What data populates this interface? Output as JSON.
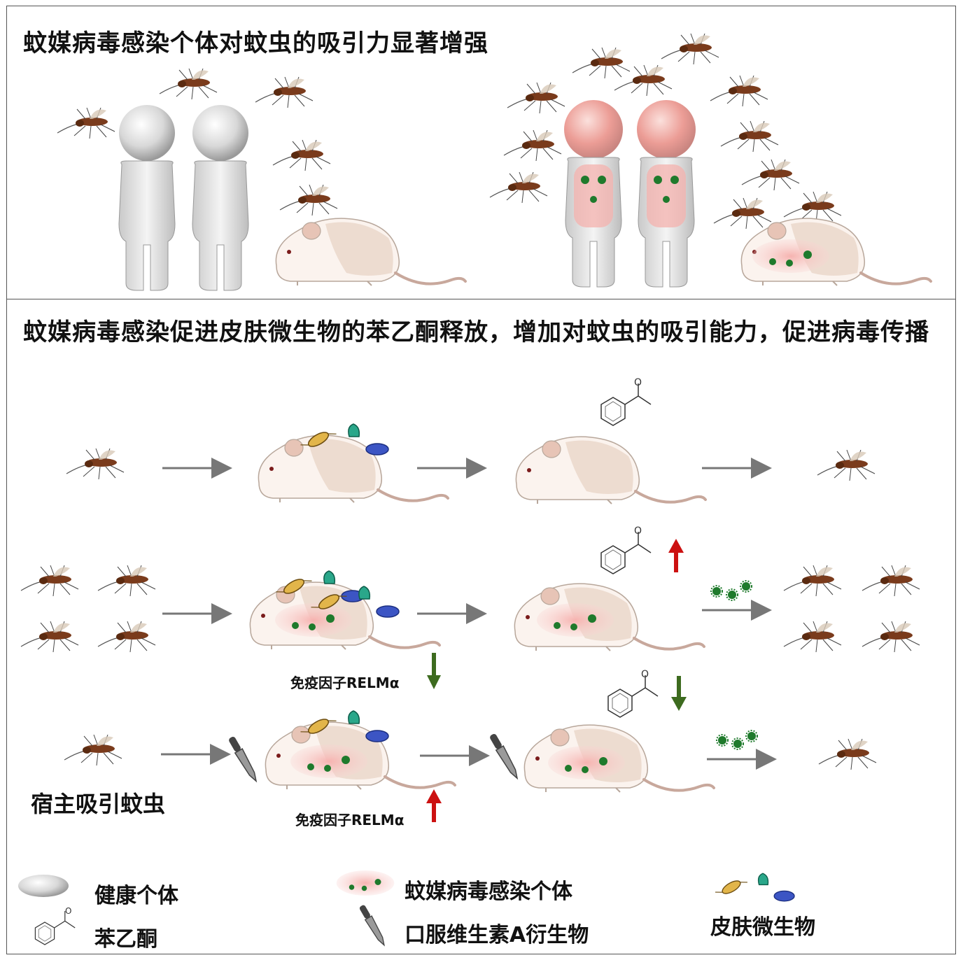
{
  "title_top": "蚊媒病毒感染个体对蚊虫的吸引力显著增强",
  "title_bottom": "蚊媒病毒感染促进皮肤微生物的苯乙酮释放，增加对蚊虫的吸引能力，促进病毒传播",
  "labels": {
    "relm_row2": "免疫因子RELMα",
    "relm_row3": "免疫因子RELMα",
    "host_attract": "宿主吸引蚊虫",
    "chem_O": "O"
  },
  "legend": {
    "healthy": "健康个体",
    "infected": "蚊媒病毒感染个体",
    "skin_microbes": "皮肤微生物",
    "acetophenone": "苯乙酮",
    "vitamin_a": "口服维生素A衍生物"
  },
  "colors": {
    "up_arrow": "#cc1111",
    "down_arrow": "#3d6b1f",
    "virus": "#1f7a2c",
    "infection_patch": "#f2a0a0",
    "mosquito": "#7a3b1c"
  }
}
